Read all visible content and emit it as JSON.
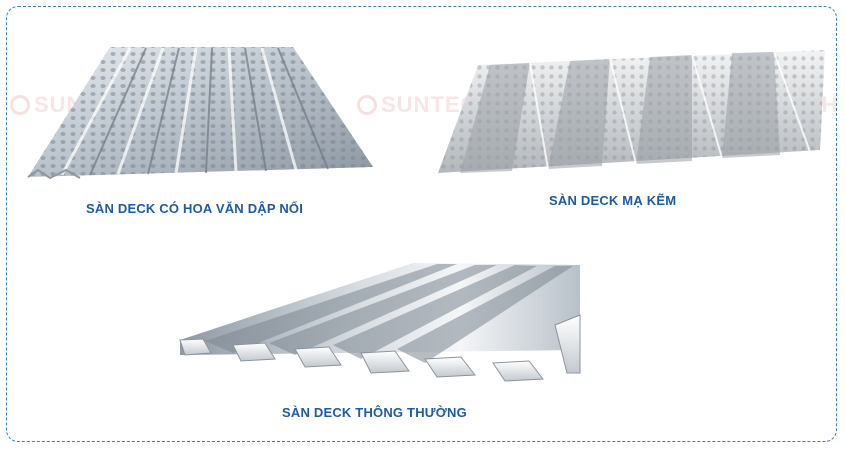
{
  "products": [
    {
      "caption": "SÀN DECK CÓ HOA VĂN DẬP NỔI",
      "image": "embossed-deck-sheet-icon"
    },
    {
      "caption": "SÀN DECK MẠ KẼM",
      "image": "galvanized-deck-sheet-icon"
    },
    {
      "caption": "SÀN DECK THÔNG THƯỜNG",
      "image": "standard-deck-sheet-icon"
    }
  ],
  "watermark": {
    "brand": "SUNTECH"
  },
  "colors": {
    "caption": "#1f5aa6",
    "border": "#3a7fb5",
    "watermark": "#f3d2d2"
  }
}
